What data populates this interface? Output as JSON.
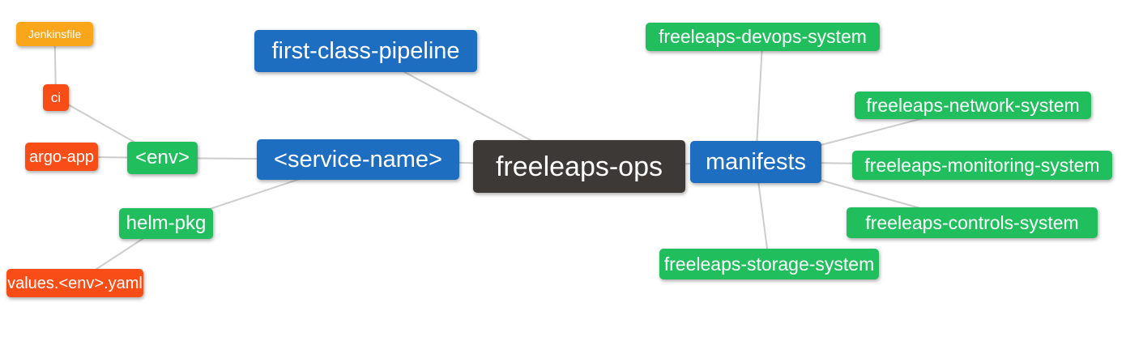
{
  "diagram": {
    "palette": {
      "root": "#3C3936",
      "primary": "#1D6DC1",
      "secondary": "#21BE5E",
      "warning": "#FAA61B",
      "danger": "#F94D17",
      "line": "#CCCCCC"
    },
    "nodes": {
      "root": {
        "label": "freeleaps-ops",
        "color": "root"
      },
      "pipeline": {
        "label": "first-class-pipeline",
        "color": "primary"
      },
      "service_name": {
        "label": "<service-name>",
        "color": "primary"
      },
      "manifests": {
        "label": "manifests",
        "color": "primary"
      },
      "env": {
        "label": "<env>",
        "color": "secondary"
      },
      "helm_pkg": {
        "label": "helm-pkg",
        "color": "secondary"
      },
      "jenkinsfile": {
        "label": "Jenkinsfile",
        "color": "warning"
      },
      "ci": {
        "label": "ci",
        "color": "danger"
      },
      "argo_app": {
        "label": "argo-app",
        "color": "danger"
      },
      "values_yaml": {
        "label": "values.<env>.yaml",
        "color": "danger"
      },
      "devops_system": {
        "label": "freeleaps-devops-system",
        "color": "secondary"
      },
      "network_system": {
        "label": "freeleaps-network-system",
        "color": "secondary"
      },
      "monitoring_system": {
        "label": "freeleaps-monitoring-system",
        "color": "secondary"
      },
      "controls_system": {
        "label": "freeleaps-controls-system",
        "color": "secondary"
      },
      "storage_system": {
        "label": "freeleaps-storage-system",
        "color": "secondary"
      }
    },
    "edges": [
      [
        "jenkinsfile",
        "ci"
      ],
      [
        "ci",
        "env"
      ],
      [
        "argo_app",
        "env"
      ],
      [
        "env",
        "service_name"
      ],
      [
        "helm_pkg",
        "service_name"
      ],
      [
        "values_yaml",
        "helm_pkg"
      ],
      [
        "pipeline",
        "root"
      ],
      [
        "service_name",
        "root"
      ],
      [
        "root",
        "manifests"
      ],
      [
        "manifests",
        "devops_system"
      ],
      [
        "manifests",
        "network_system"
      ],
      [
        "manifests",
        "monitoring_system"
      ],
      [
        "manifests",
        "controls_system"
      ],
      [
        "manifests",
        "storage_system"
      ]
    ]
  }
}
